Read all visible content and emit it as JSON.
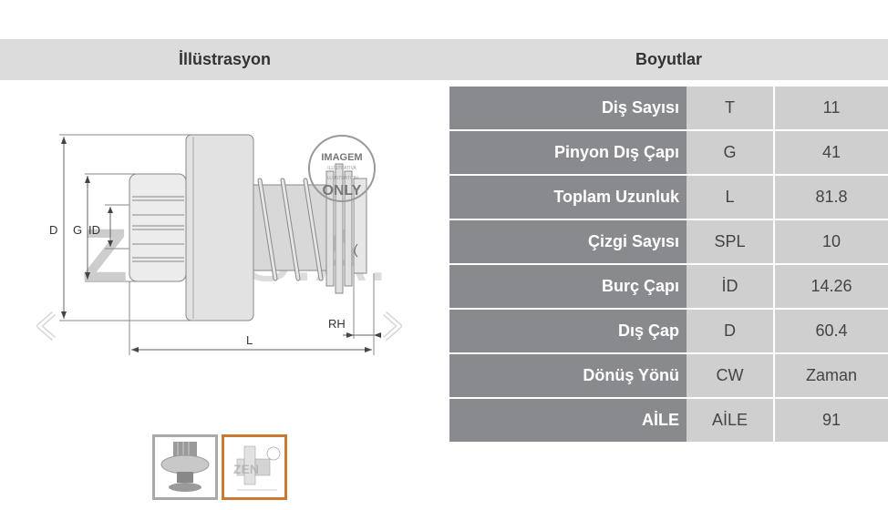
{
  "headers": {
    "illustration": "İllüstrasyon",
    "dimensions": "Boyutlar"
  },
  "specs": [
    {
      "label": "Diş Sayısı",
      "symbol": "T",
      "value": "11"
    },
    {
      "label": "Pinyon Dış Çapı",
      "symbol": "G",
      "value": "41"
    },
    {
      "label": "Toplam Uzunluk",
      "symbol": "L",
      "value": "81.8"
    },
    {
      "label": "Çizgi Sayısı",
      "symbol": "SPL",
      "value": "10"
    },
    {
      "label": "Burç Çapı",
      "symbol": "İD",
      "value": "14.26"
    },
    {
      "label": "Dış Çap",
      "symbol": "D",
      "value": "60.4"
    },
    {
      "label": "Dönüş Yönü",
      "symbol": "CW",
      "value": "Zaman"
    },
    {
      "label": "AİLE",
      "symbol": "AİLE",
      "value": "91"
    }
  ],
  "drawing": {
    "labels": {
      "D": "D",
      "G": "G",
      "ID": "ID",
      "L": "L",
      "RH": "RH"
    },
    "watermark": "ZEN S.A.",
    "stamp_top": "IMAGEM",
    "stamp_mid": "ILUSTRATIVA",
    "stamp_mid2": "ILLUSTRATION",
    "stamp_bottom": "ONLY"
  },
  "icons": {
    "prev": "chevron-left-icon",
    "next": "chevron-right-icon"
  },
  "colors": {
    "header_bg": "#dcdcdc",
    "label_bg": "#898a8e",
    "cell_bg": "#cfcfcf",
    "thumb_active_border": "#c97a30"
  }
}
